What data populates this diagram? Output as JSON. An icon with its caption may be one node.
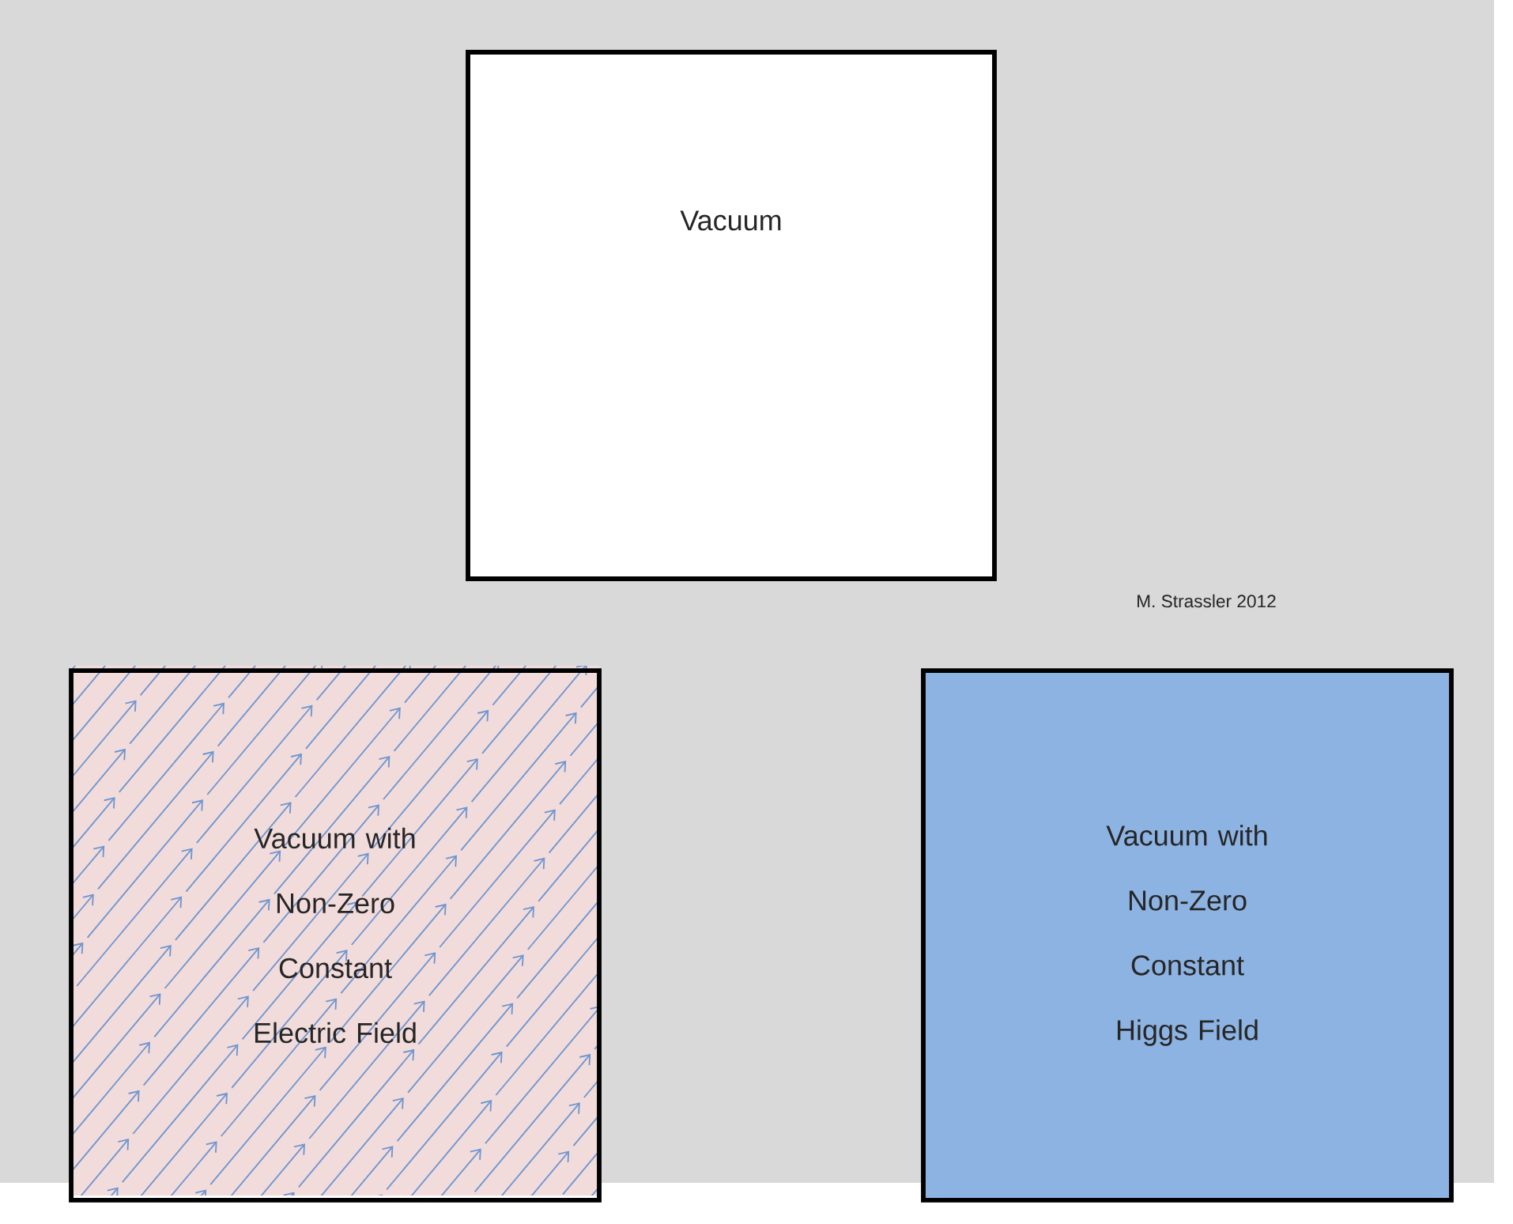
{
  "diagram": {
    "nodes": [
      {
        "text": [
          "Vacuum"
        ]
      },
      {
        "text": [
          "Vacuum with Non-Zero Constant Electric Field"
        ]
      },
      {
        "text": [
          "Vacuum with Non-Zero Constant Higgs Field"
        ]
      }
    ],
    "labels": [
      "M. Strassler 2012"
    ]
  }
}
